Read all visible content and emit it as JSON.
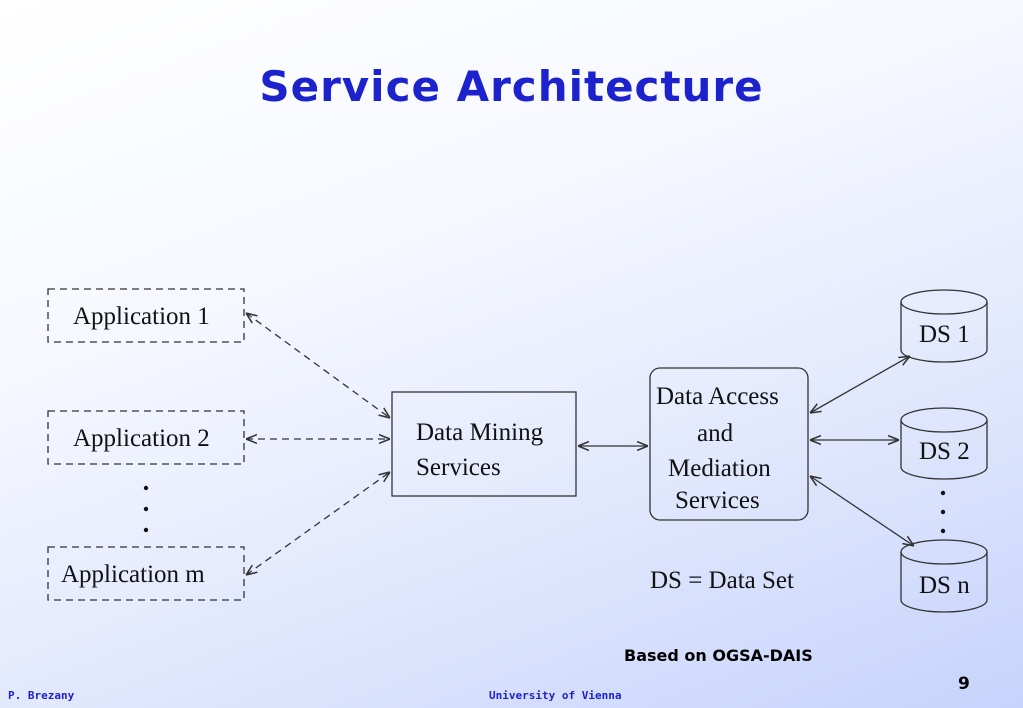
{
  "slide": {
    "title": "Service Architecture",
    "source_note": "Based on OGSA-DAIS",
    "author": "P. Brezany",
    "institution": "University of Vienna",
    "page_number": "9"
  },
  "diagram": {
    "applications": [
      "Application 1",
      "Application 2",
      "Application m"
    ],
    "data_mining": [
      "Data Mining",
      "Services"
    ],
    "data_access": [
      "Data Access",
      "and",
      "Mediation",
      "Services"
    ],
    "data_sets": [
      "DS 1",
      "DS 2",
      "DS n"
    ],
    "legend": "DS = Data Set"
  }
}
